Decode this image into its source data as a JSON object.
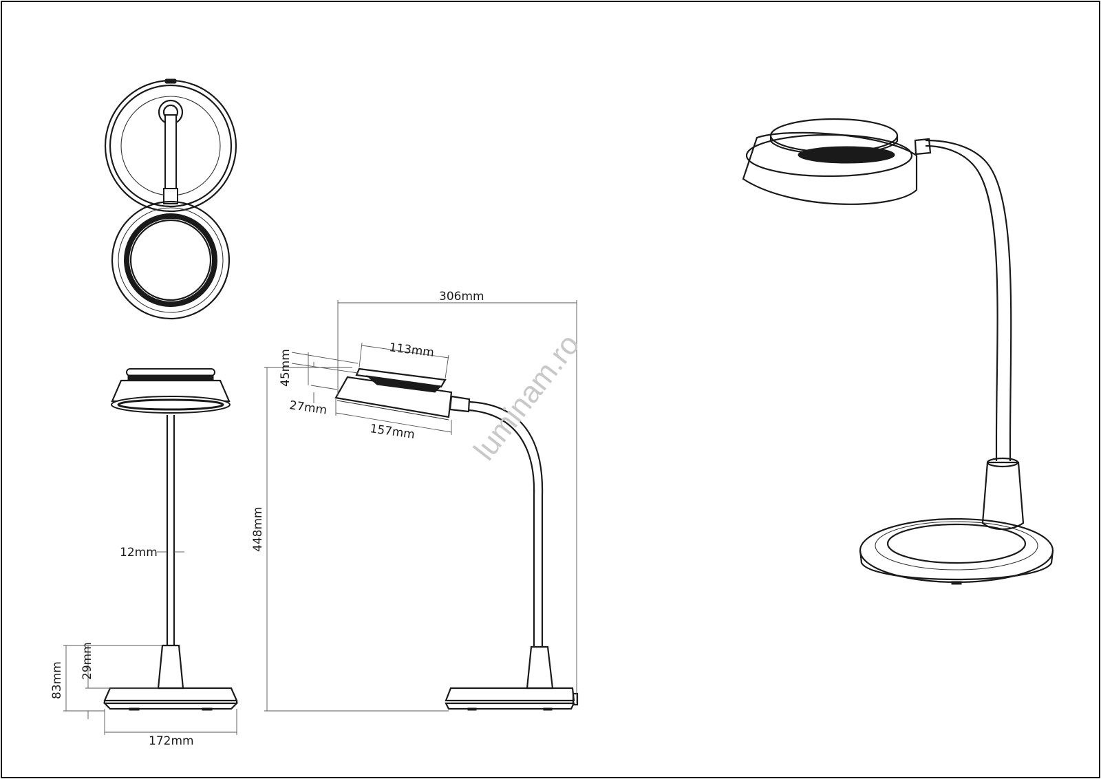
{
  "watermark": "luminam.ro",
  "dimensions": {
    "total_width": "306mm",
    "head_diameter": "113mm",
    "head_top_height": "45mm",
    "head_thickness": "27mm",
    "head_length": "157mm",
    "total_height": "448mm",
    "stem_diameter": "12mm",
    "base_height": "83mm",
    "neck_height": "29mm",
    "base_width": "172mm"
  }
}
